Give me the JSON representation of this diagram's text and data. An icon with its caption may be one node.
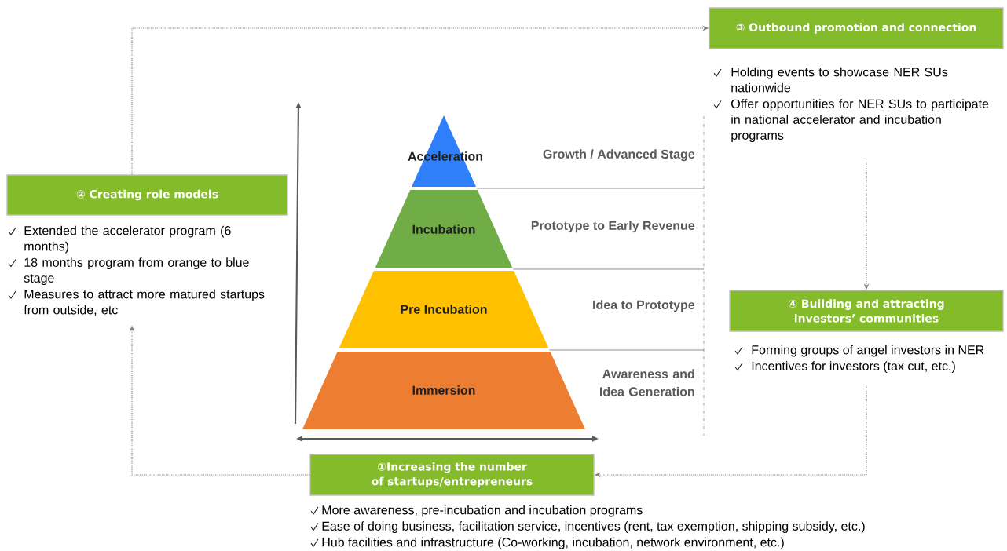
{
  "diagram": {
    "nodes": [
      {
        "text": [
          "①Increasing the number of startups/entrepreneurs"
        ],
        "beside": [
          "More awareness, pre-incubation and incubation programs",
          "Ease of doing business, facilitation service, incentives (rent, tax exemption, shipping subsidy, etc.)",
          "Hub facilities and infrastructure (Co-working, incubation, network environment, etc.)"
        ]
      },
      {
        "text": [
          "② Creating role models"
        ],
        "beside": [
          "Extended the accelerator program (6 months)",
          "18 months program from orange to blue stage",
          "Measures to attract more matured startups from outside, etc"
        ]
      },
      {
        "text": [
          "③ Outbound promotion and connection"
        ],
        "beside": [
          "Holding events to showcase NER SUs nationwide",
          "Offer opportunities for NER SUs to participate in national accelerator and incubation programs"
        ]
      },
      {
        "text": [
          "④ Building and attracting investors’ communities"
        ],
        "beside": [
          "Forming groups of angel investors in NER",
          "Incentives for investors (tax cut, etc.)"
        ]
      },
      {
        "text": [
          "Acceleration"
        ]
      },
      {
        "text": [
          "Incubation"
        ]
      },
      {
        "text": [
          "Pre Incubation"
        ]
      },
      {
        "text": [
          "Immersion"
        ]
      }
    ],
    "labels": [
      "Growth / Advanced Stage",
      "Prototype to Early Revenue",
      "Idea to Prototype",
      "Awareness and Idea Generation"
    ],
    "edges": [
      {
        "from": 0,
        "to": 1,
        "arrow": "to",
        "style": "dashed"
      },
      {
        "from": 1,
        "to": 2,
        "arrow": "to",
        "style": "dashed"
      },
      {
        "from": 2,
        "to": 3,
        "arrow": "to",
        "style": "dashed"
      },
      {
        "from": 3,
        "to": 0,
        "arrow": "to",
        "style": "dashed"
      }
    ]
  }
}
